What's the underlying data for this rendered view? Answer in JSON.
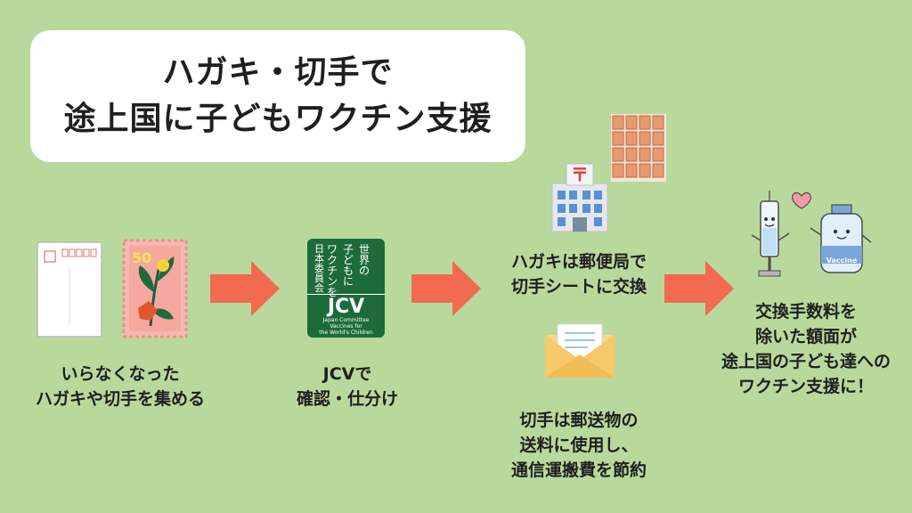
{
  "title": {
    "line1": "ハガキ・切手で",
    "line2": "途上国に子どもワクチン支援"
  },
  "steps": {
    "collect": {
      "lines": [
        "いらなくなった",
        "ハガキや切手を集める"
      ]
    },
    "jcv": {
      "lines": [
        "JCVで",
        "確認・仕分け"
      ]
    },
    "post_office": {
      "lines": [
        "ハガキは郵便局で",
        "切手シートに交換"
      ]
    },
    "postage": {
      "lines": [
        "切手は郵送物の",
        "送料に使用し、",
        "通信運搬費を節約"
      ]
    },
    "support": {
      "lines": [
        "交換手数料を",
        "除いた額面が",
        "途上国の子ども達への",
        "ワクチン支援に！"
      ]
    }
  },
  "stamp": {
    "value": "50"
  },
  "jcv_logo": {
    "vertical_columns": [
      "世界の",
      "子どもに",
      "ワクチンを"
    ],
    "small_vertical": "日本委員会",
    "acronym": "JCV",
    "english": [
      "Japan Committee",
      "Vaccines for",
      "the World's Children"
    ]
  },
  "vial_label": "Vaccine",
  "colors": {
    "background": "#b9d99c",
    "arrow": "#f26a4f",
    "jcv_green": "#1d6b3a",
    "title_box": "#ffffff"
  }
}
